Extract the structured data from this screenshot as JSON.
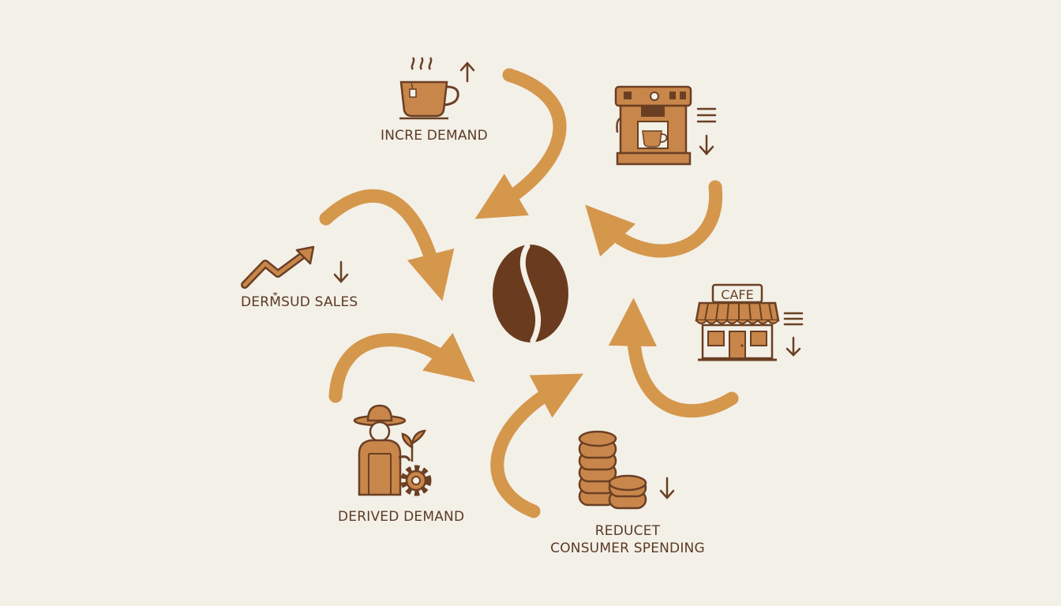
{
  "colors": {
    "background": "#f3f0e8",
    "arrow": "#d4974c",
    "icon_fill": "#c8864a",
    "icon_dark": "#6b3f23",
    "bean": "#6a3b1e",
    "text": "#5b3a24"
  },
  "center": {
    "icon": "coffee-bean-icon"
  },
  "nodes": [
    {
      "id": "cup",
      "icon": "coffee-cup-icon",
      "indicator": "up-arrow-icon",
      "label": "INCRE DEMAND"
    },
    {
      "id": "machine",
      "icon": "espresso-machine-icon",
      "indicator": "down-list-icon",
      "label": ""
    },
    {
      "id": "cafe",
      "icon": "cafe-storefront-icon",
      "sign": "CAFE",
      "indicator": "down-list-icon",
      "label": ""
    },
    {
      "id": "coins",
      "icon": "coin-stacks-icon",
      "indicator": "down-arrow-icon",
      "label_line1": "REDUCET",
      "label_line2": "CONSUMER SPENDING"
    },
    {
      "id": "farmer",
      "icon": "farmer-icon",
      "indicator": "gear-icon",
      "label": "DERIVED DEMAND"
    },
    {
      "id": "sales",
      "icon": "trend-up-icon",
      "indicator": "down-arrow-icon",
      "label": "DERM͒SUD SALES"
    }
  ]
}
